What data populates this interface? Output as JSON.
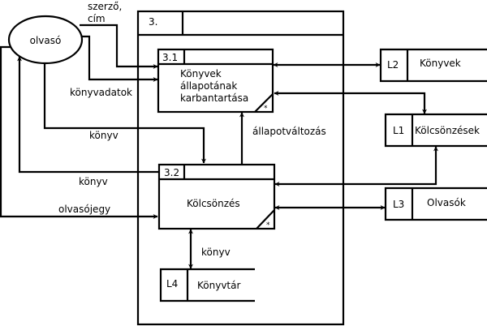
{
  "diagram": {
    "type": "data-flow-diagram",
    "entity": {
      "label": "olvasó"
    },
    "container": {
      "id": "3.",
      "title": ""
    },
    "processes": [
      {
        "id": "3.1",
        "lines": [
          "Könyvek",
          "állapotának",
          "karbantartása"
        ],
        "marker": "*"
      },
      {
        "id": "3.2",
        "lines": [
          "Kölcsönzés"
        ],
        "marker": "*"
      }
    ],
    "stores": [
      {
        "id": "L2",
        "label": "Könyvek"
      },
      {
        "id": "L1",
        "label": "Kölcsönzések"
      },
      {
        "id": "L3",
        "label": "Olvasók"
      },
      {
        "id": "L4",
        "label": "Könyvtár"
      }
    ],
    "flows": [
      {
        "from": "olvasó",
        "to": "3.1",
        "label_lines": [
          "szerző,",
          "cím"
        ]
      },
      {
        "from": "olvasó",
        "to": "3.1",
        "label_lines": [
          "könyvadatok"
        ]
      },
      {
        "from": "olvasó",
        "to": "3.2",
        "label_lines": [
          "könyv"
        ]
      },
      {
        "from": "3.2",
        "to": "olvasó",
        "label_lines": [
          "könyv"
        ]
      },
      {
        "from": "olvasó",
        "to": "3.2",
        "label_lines": [
          "olvasójegy"
        ]
      },
      {
        "from": "3.2",
        "to": "3.1",
        "label_lines": [
          "állapotváltozás"
        ]
      },
      {
        "from": "3.1",
        "to": "L2",
        "bidirectional": true,
        "label_lines": []
      },
      {
        "from": "3.1",
        "to": "L1",
        "bidirectional": true,
        "label_lines": []
      },
      {
        "from": "L1",
        "to": "3.2",
        "label_lines": []
      },
      {
        "from": "3.2",
        "to": "L3",
        "bidirectional": true,
        "label_lines": []
      },
      {
        "from": "3.2",
        "to": "L4",
        "bidirectional": true,
        "label_lines": [
          "könyv"
        ]
      }
    ]
  }
}
